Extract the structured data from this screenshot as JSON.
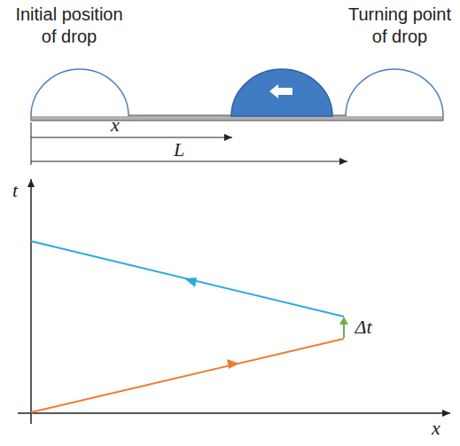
{
  "diagram": {
    "labels": [
      "Initial position of drop",
      "Turning point of drop",
      "x",
      "L",
      "t",
      "x",
      "Δt"
    ]
  }
}
